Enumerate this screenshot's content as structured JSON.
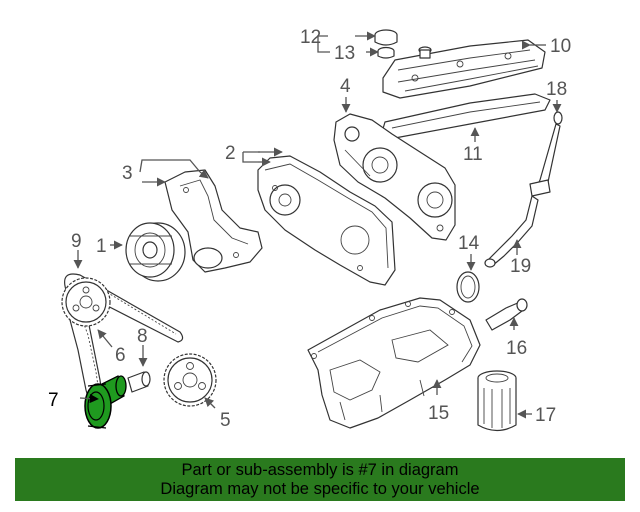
{
  "callouts": [
    "1",
    "2",
    "3",
    "4",
    "5",
    "6",
    "7",
    "8",
    "9",
    "10",
    "11",
    "12",
    "13",
    "14",
    "15",
    "16",
    "17",
    "18",
    "19"
  ],
  "selected_callout": "7",
  "highlight_color": "#1f9a1f",
  "banner": {
    "line1": "Part or sub-assembly is #7 in diagram",
    "line2": "Diagram may not be specific to your vehicle",
    "background": "#2a7a1e"
  }
}
